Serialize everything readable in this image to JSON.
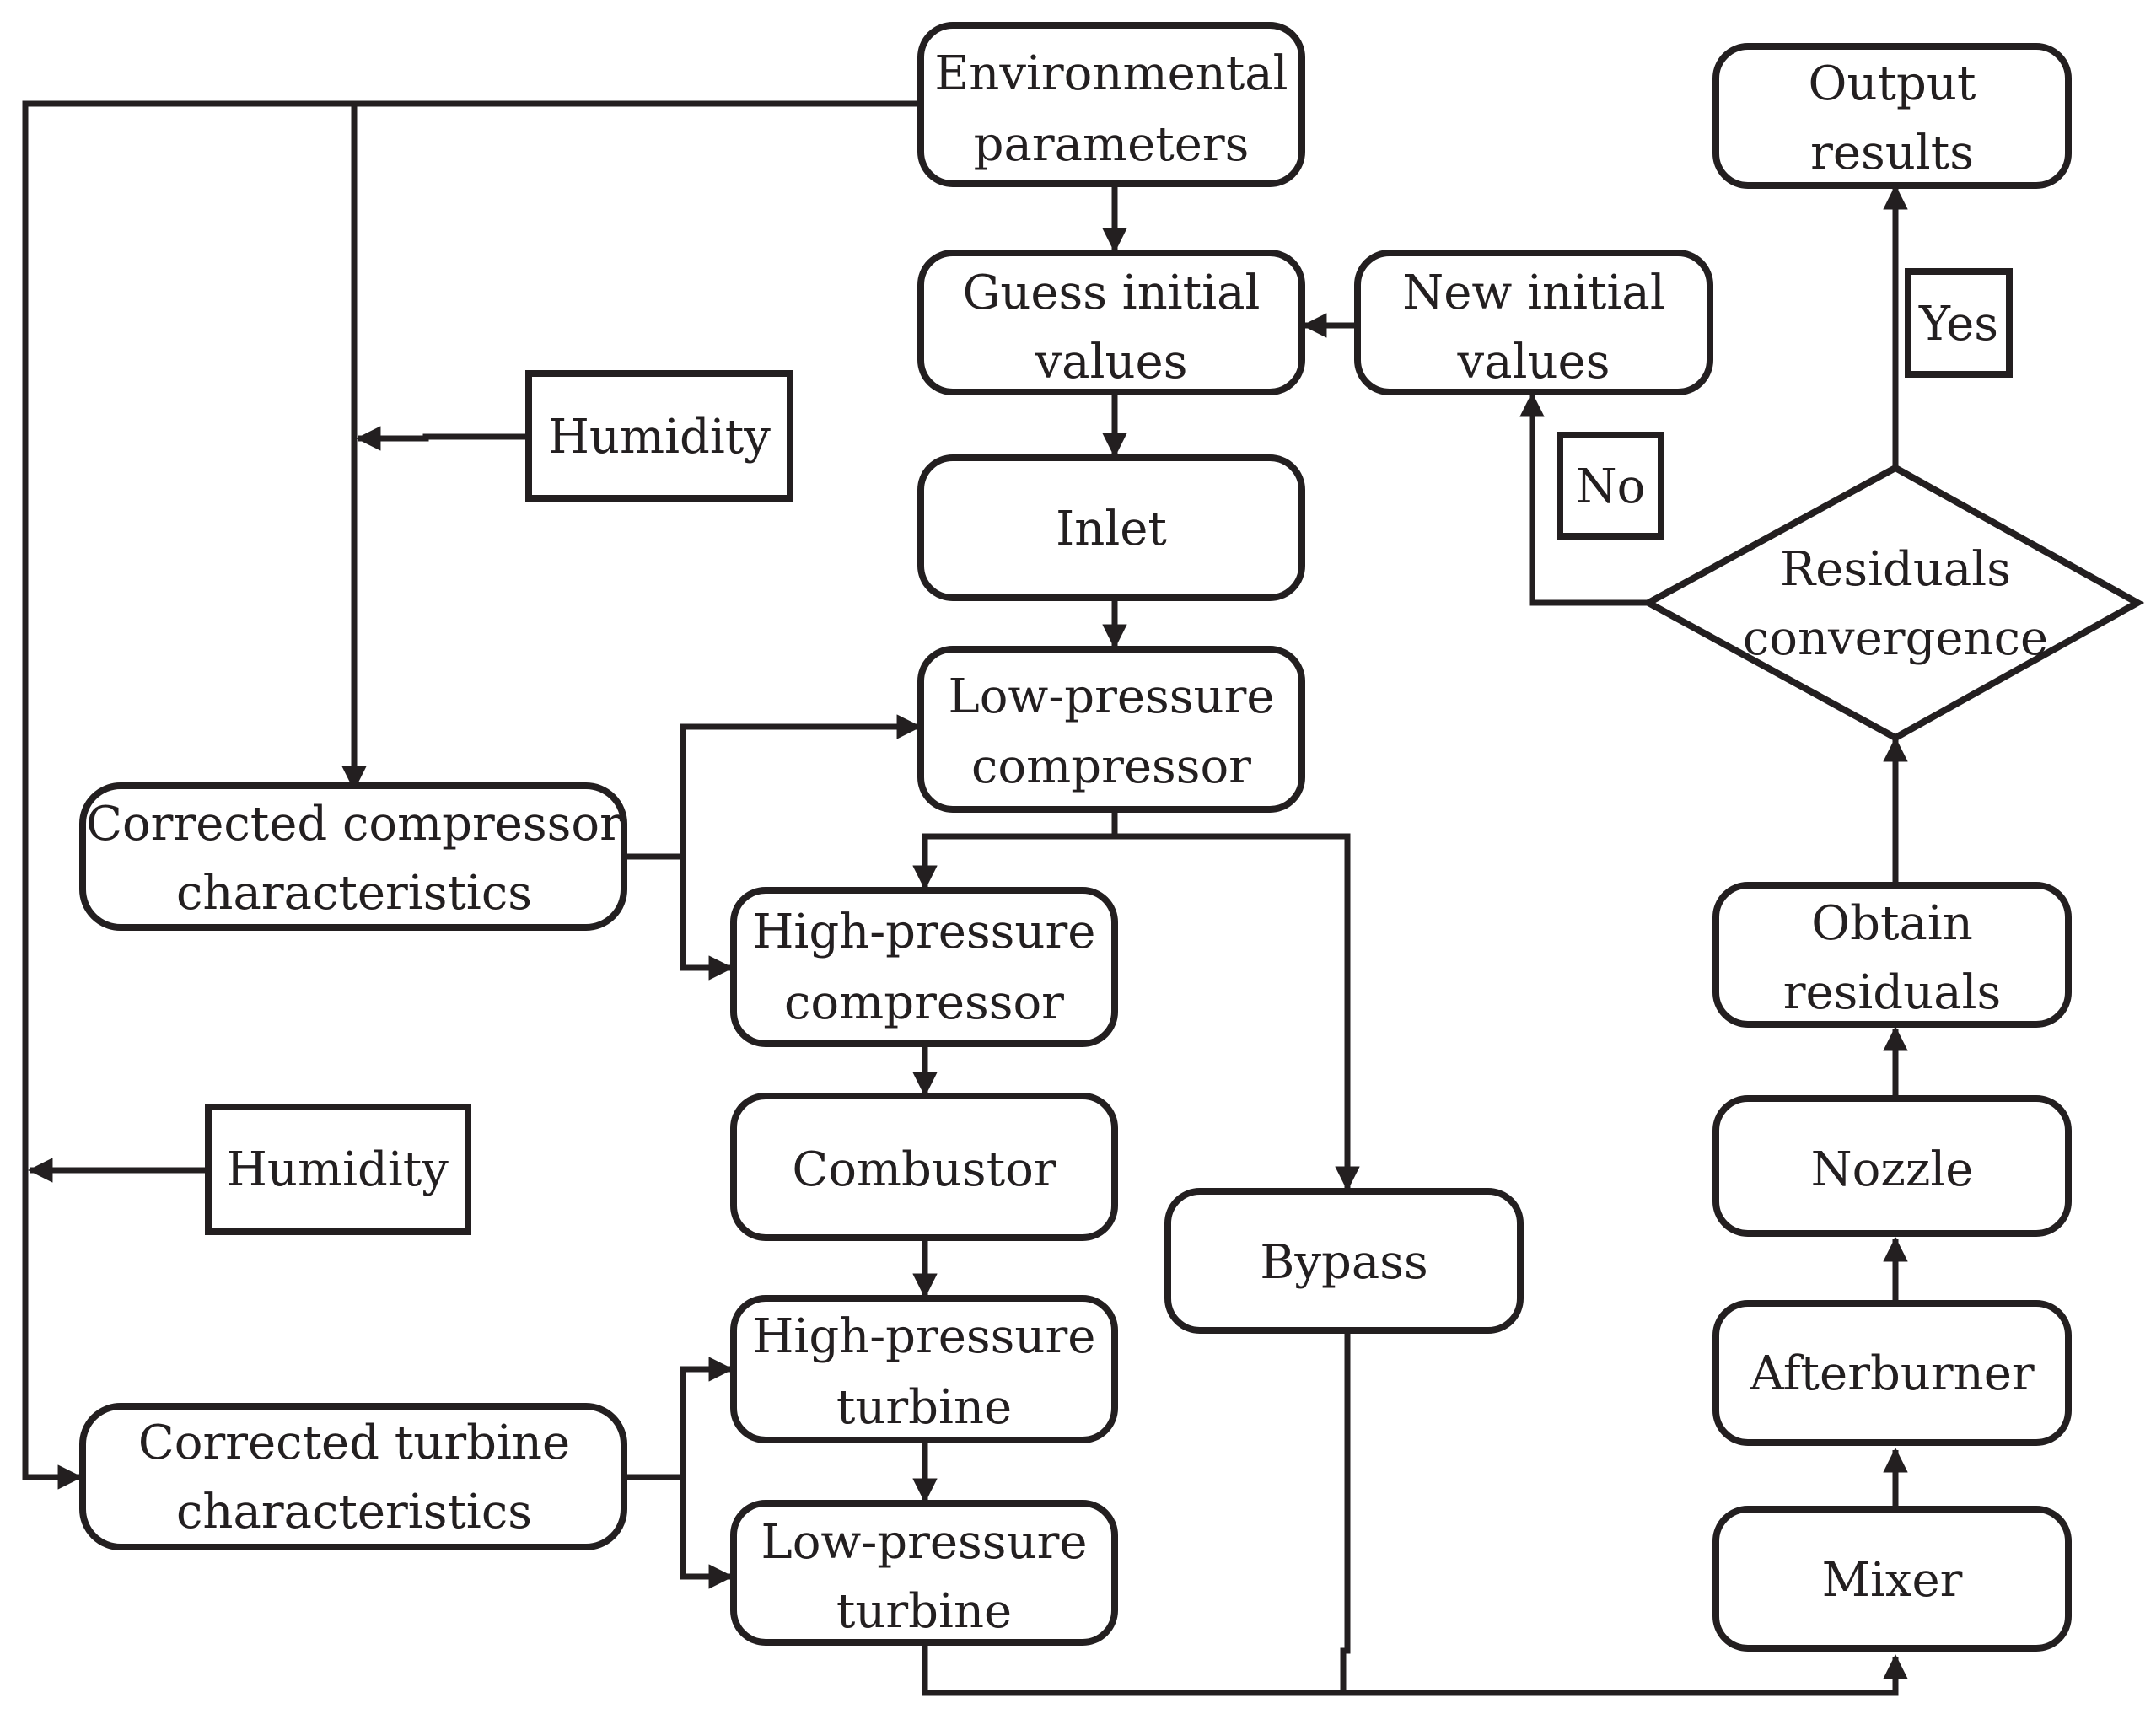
{
  "nodes": {
    "environmental_parameters": [
      "Environmental",
      "parameters"
    ],
    "guess_initial_values": [
      "Guess initial",
      "values"
    ],
    "new_initial_values": [
      "New initial",
      "values"
    ],
    "inlet": [
      "Inlet"
    ],
    "low_pressure_compressor": [
      "Low-pressure",
      "compressor"
    ],
    "corrected_compressor_characteristics": [
      "Corrected compressor",
      "characteristics"
    ],
    "high_pressure_compressor": [
      "High-pressure",
      "compressor"
    ],
    "combustor": [
      "Combustor"
    ],
    "high_pressure_turbine": [
      "High-pressure",
      "turbine"
    ],
    "low_pressure_turbine": [
      "Low-pressure",
      "turbine"
    ],
    "corrected_turbine_characteristics": [
      "Corrected turbine",
      "characteristics"
    ],
    "bypass": [
      "Bypass"
    ],
    "mixer": [
      "Mixer"
    ],
    "afterburner": [
      "Afterburner"
    ],
    "nozzle": [
      "Nozzle"
    ],
    "obtain_residuals": [
      "Obtain",
      "residuals"
    ],
    "residuals_convergence": [
      "Residuals",
      "convergence"
    ],
    "output_results": [
      "Output",
      "results"
    ],
    "humidity_top": [
      "Humidity"
    ],
    "humidity_bottom": [
      "Humidity"
    ]
  },
  "decision_labels": {
    "yes": "Yes",
    "no": "No"
  },
  "colors": {
    "stroke": "#231f20",
    "fill": "#ffffff"
  }
}
